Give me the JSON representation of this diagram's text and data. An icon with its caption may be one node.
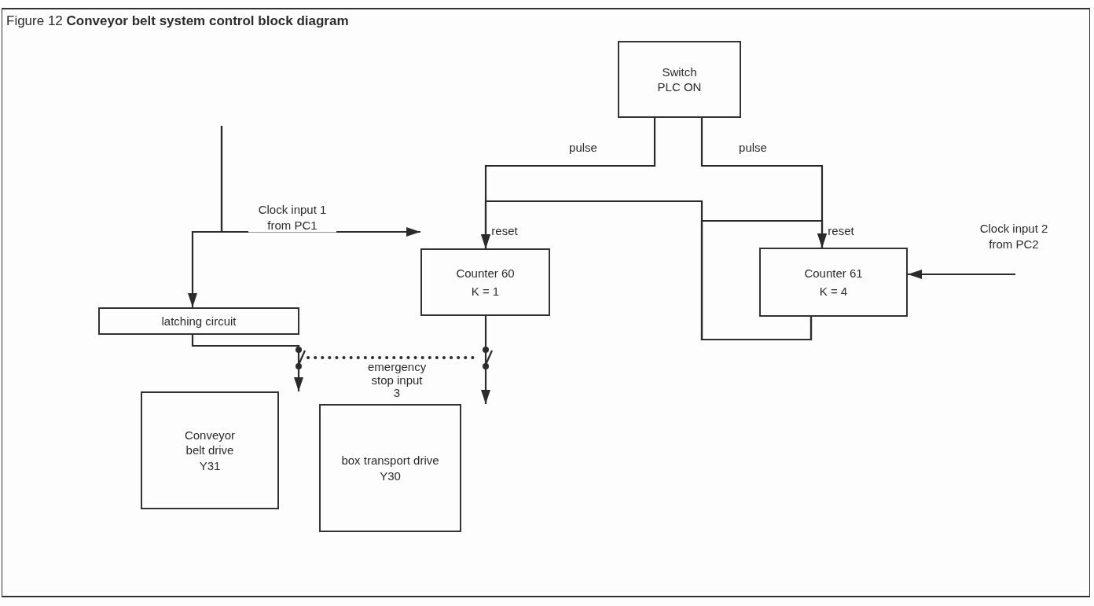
{
  "diagram": {
    "title": "Figure 12 **Conveyor belt system control block diagram**",
    "nodes": [
      {
        "text": [
          "Switch PLC ON"
        ]
      },
      {
        "text": [
          "Counter 60",
          "K = 1"
        ]
      },
      {
        "text": [
          "Counter 61",
          "K = 4"
        ]
      },
      {
        "text": [
          "latching circuit"
        ]
      },
      {
        "text": [
          "Conveyor belt drive Y31"
        ]
      },
      {
        "text": [
          "box transport drive Y30"
        ]
      }
    ],
    "edges": [
      {
        "from": 0,
        "to": 1,
        "arrow": "to",
        "label": "pulse"
      },
      {
        "from": 0,
        "to": 2,
        "arrow": "to",
        "label": "pulse"
      },
      {
        "from": 2,
        "to": 1,
        "arrow": "to"
      },
      {
        "from": 2,
        "to": 2,
        "arrow": "to"
      },
      {
        "from": null,
        "to": 1,
        "arrow": "to",
        "label": "Clock input 1 from PC1"
      },
      {
        "from": null,
        "to": 3,
        "arrow": "to"
      },
      {
        "from": null,
        "to": 2,
        "arrow": "to",
        "label": "Clock input 2 from PC2"
      },
      {
        "from": 3,
        "to": 4,
        "arrow": "to"
      },
      {
        "from": 1,
        "to": 5,
        "arrow": "to"
      }
    ],
    "labels": [
      "reset",
      "reset",
      "emergency stop input 3"
    ]
  }
}
